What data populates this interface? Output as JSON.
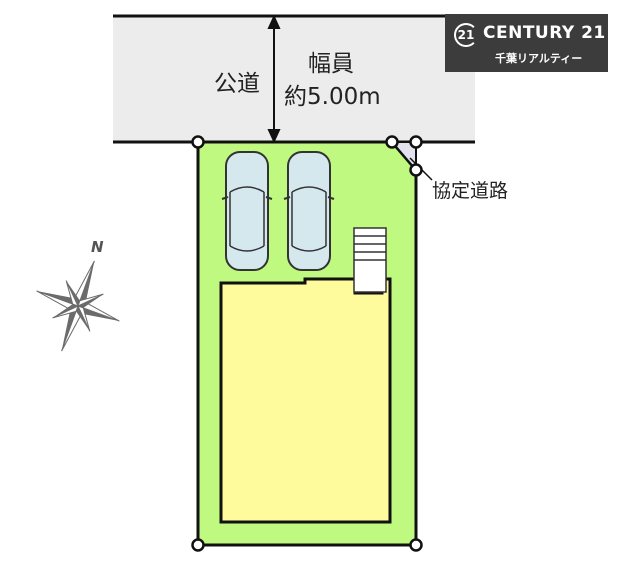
{
  "logo": {
    "mark": "21",
    "brand": "CENTURY 21",
    "subtitle": "千葉リアルティー"
  },
  "road": {
    "type_label": "公道",
    "width_title": "幅員",
    "width_value": "約5.00m"
  },
  "corner": {
    "label": "協定道路"
  },
  "compass": {
    "north_label": "N"
  },
  "colors": {
    "road_fill": "#ececed",
    "lot_fill": "#bff97f",
    "building_fill": "#fdfb9c",
    "car_fill": "#d4e8ee",
    "logo_bg": "#3c3c3c",
    "line": "#111111",
    "compass": "#6b6b6b"
  },
  "site": {
    "parking_spaces": 2
  }
}
